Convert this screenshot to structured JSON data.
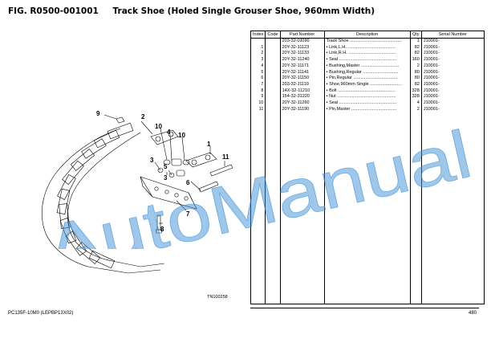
{
  "header": {
    "fig": "FIG. R0500-001001",
    "title": "Track Shoe (Holed Single Grouser Shoe, 960mm Width)"
  },
  "diagram": {
    "illustration_code": "TN100258",
    "callouts": [
      "9",
      "2",
      "10",
      "4",
      "10",
      "1",
      "11",
      "3",
      "5",
      "3",
      "6",
      "7",
      "8"
    ]
  },
  "table": {
    "headers": [
      "Index",
      "Code",
      "Part Number",
      "Description",
      "Qty",
      "Serial Number"
    ],
    "rows": [
      {
        "index": "",
        "code": "",
        "part": "203-32-0J090",
        "desc": "Track Shoe ..........................................",
        "qty": "1",
        "serial": "J10001-"
      },
      {
        "index": "1",
        "code": "",
        "part": "20Y-32-11123",
        "desc": "• Link,L.H. .......................................",
        "qty": "82",
        "serial": "J10001-"
      },
      {
        "index": "2",
        "code": "",
        "part": "20Y-32-11133",
        "desc": "• Link,R.H. .......................................",
        "qty": "82",
        "serial": "J10001-"
      },
      {
        "index": "3",
        "code": "",
        "part": "20Y-32-11240",
        "desc": "• Seal ...............................................",
        "qty": "160",
        "serial": "J10001-"
      },
      {
        "index": "4",
        "code": "",
        "part": "20Y-32-11171",
        "desc": "• Bushing,Master ...............................",
        "qty": "2",
        "serial": "J10001-"
      },
      {
        "index": "5",
        "code": "",
        "part": "20Y-32-11141",
        "desc": "• Bushing,Regular .............................",
        "qty": "80",
        "serial": "J10001-"
      },
      {
        "index": "6",
        "code": "",
        "part": "20Y-32-11150",
        "desc": "• Pin,Regular ....................................",
        "qty": "80",
        "serial": "J10001-"
      },
      {
        "index": "7",
        "code": "",
        "part": "203-32-J1110",
        "desc": "• Shoe,960mm Single ..........................",
        "qty": "82",
        "serial": "J10001-"
      },
      {
        "index": "8",
        "code": "",
        "part": "14X-32-11210",
        "desc": "• Bolt ...............................................",
        "qty": "328",
        "serial": "J10001-"
      },
      {
        "index": "9",
        "code": "",
        "part": "154-32-31220",
        "desc": "• Nut ................................................",
        "qty": "328",
        "serial": "J10001-"
      },
      {
        "index": "10",
        "code": "",
        "part": "20Y-32-11260",
        "desc": "• Seal ...............................................",
        "qty": "4",
        "serial": "J10001-"
      },
      {
        "index": "11",
        "code": "",
        "part": "20Y-32-11190",
        "desc": "• Pin,Master .....................................",
        "qty": "2",
        "serial": "J10001-"
      }
    ]
  },
  "watermark": "AutoManual",
  "footer": {
    "model": "PC135F-10M0 (LEPBP13X02)",
    "page": "480"
  },
  "colors": {
    "watermark": "#3d8fd6",
    "line": "#000000"
  }
}
